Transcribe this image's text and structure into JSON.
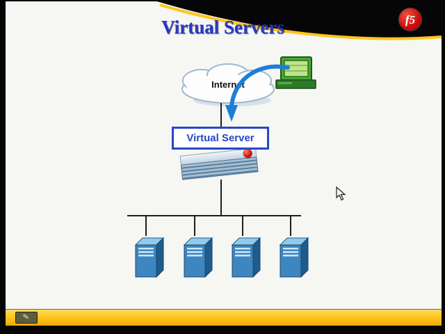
{
  "slide": {
    "title": "Virtual Servers"
  },
  "logo": {
    "text": "f5"
  },
  "diagram": {
    "internet_label": "Internet",
    "virtual_server_label": "Virtual Server",
    "server_count": 4
  },
  "toolbar": {
    "pen_glyph": "✎"
  },
  "colors": {
    "accent_yellow": "#FFC61E",
    "title_blue": "#2838C4",
    "label_blue": "#2547C8",
    "arrow_blue": "#1C7FD6",
    "logo_red": "#C40404",
    "tower_front": "#3E86C0",
    "tower_top": "#8FCBEA",
    "tower_side": "#1F5C8C"
  }
}
